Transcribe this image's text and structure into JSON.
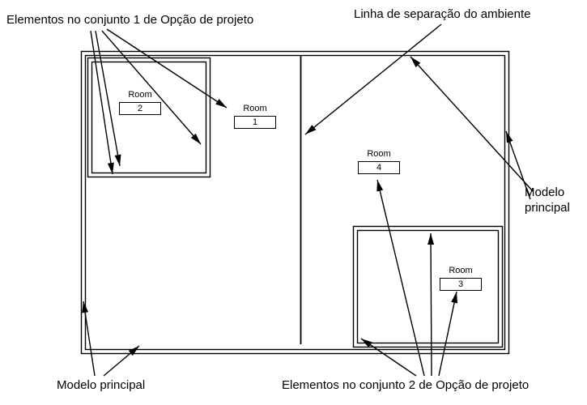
{
  "diagram": {
    "annotations": {
      "set1": "Elementos no conjunto 1 de Opção de projeto",
      "separation_line": "Linha de separação do ambiente",
      "main_model_right": "Modelo principal",
      "main_model_bottom": "Modelo principal",
      "set2": "Elementos no conjunto 2 de Opção de projeto"
    },
    "room_tags": [
      {
        "label": "Room",
        "number": "2"
      },
      {
        "label": "Room",
        "number": "1"
      },
      {
        "label": "Room",
        "number": "4"
      },
      {
        "label": "Room",
        "number": "3"
      }
    ],
    "colors": {
      "line": "#000000",
      "background": "#ffffff",
      "text": "#000000"
    }
  }
}
